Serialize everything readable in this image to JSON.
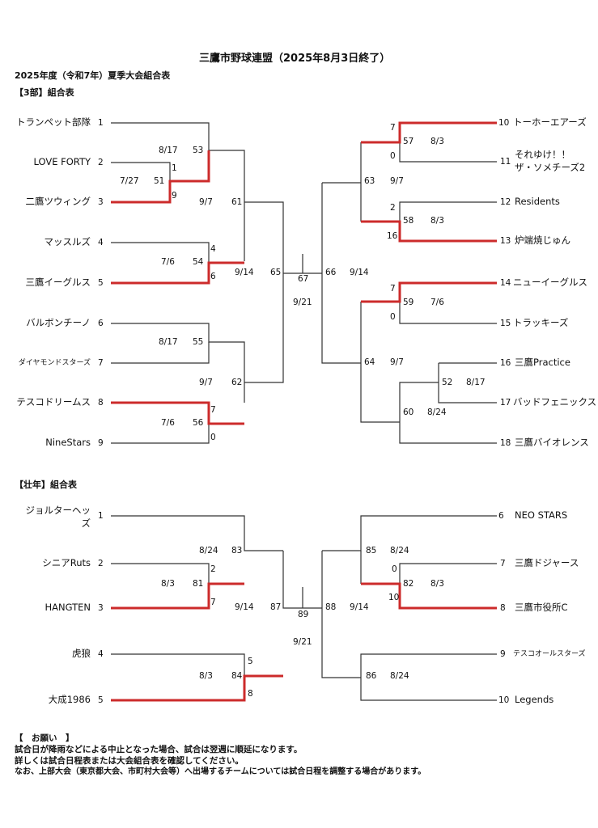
{
  "header": {
    "title": "三鷹市野球連盟（2025年8月3日終了）",
    "subtitle": "2025年度（令和7年）夏季大会組合表"
  },
  "div3": {
    "heading": "【3部】組合表",
    "left_teams": [
      {
        "name": "トランペット部隊",
        "seed": "1"
      },
      {
        "name": "LOVE FORTY",
        "seed": "2"
      },
      {
        "name": "二鷹ツウィング",
        "seed": "3"
      },
      {
        "name": "マッスルズ",
        "seed": "4"
      },
      {
        "name": "三鷹イーグルス",
        "seed": "5"
      },
      {
        "name": "バルボンチーノ",
        "seed": "6"
      },
      {
        "name": "ダイヤモンドスターズ",
        "seed": "7"
      },
      {
        "name": "テスコドリームス",
        "seed": "8"
      },
      {
        "name": "NineStars",
        "seed": "9"
      }
    ],
    "right_teams": [
      {
        "name": "トーホーエアーズ",
        "seed": "10"
      },
      {
        "name": "それゆけ！！",
        "name2": "ザ・ソメチーズ2",
        "seed": "11"
      },
      {
        "name": "Residents",
        "seed": "12"
      },
      {
        "name": "炉端焼じゅん",
        "seed": "13"
      },
      {
        "name": "ニューイーグルス",
        "seed": "14"
      },
      {
        "name": "トラッキーズ",
        "seed": "15"
      },
      {
        "name": "三鷹Practice",
        "seed": "16"
      },
      {
        "name": "バッドフェニックス",
        "seed": "17"
      },
      {
        "name": "三鷹バイオレンス",
        "seed": "18"
      }
    ],
    "games": {
      "g51": "51",
      "g51_date": "7/27",
      "g51_s1": "1",
      "g51_s2": "9",
      "g53": "53",
      "g53_date": "8/17",
      "g54": "54",
      "g54_date": "7/6",
      "g54_s1": "4",
      "g54_s2": "6",
      "g55": "55",
      "g55_date": "8/17",
      "g56": "56",
      "g56_date": "7/6",
      "g56_s1": "7",
      "g56_s2": "0",
      "g61": "61",
      "g61_date": "9/7",
      "g62": "62",
      "g62_date": "9/7",
      "g65": "65",
      "g65_date": "9/14",
      "g67": "67",
      "g67_date": "9/21",
      "g57": "57",
      "g57_date": "8/3",
      "g57_s1": "7",
      "g57_s2": "0",
      "g58": "58",
      "g58_date": "8/3",
      "g58_s1": "2",
      "g58_s2": "16",
      "g59": "59",
      "g59_date": "7/6",
      "g59_s1": "7",
      "g59_s2": "0",
      "g52": "52",
      "g52_date": "8/17",
      "g60": "60",
      "g60_date": "8/24",
      "g63": "63",
      "g63_date": "9/7",
      "g64": "64",
      "g64_date": "9/7",
      "g66": "66",
      "g66_date": "9/14"
    }
  },
  "senior": {
    "heading": "【壮年】組合表",
    "left_teams": [
      {
        "name": "ジョルターヘッ",
        "name2": "ズ",
        "seed": "1"
      },
      {
        "name": "シニアRuts",
        "seed": "2"
      },
      {
        "name": "HANGTEN",
        "seed": "3"
      },
      {
        "name": "虎狼",
        "seed": "4"
      },
      {
        "name": "大成1986",
        "seed": "5"
      }
    ],
    "right_teams": [
      {
        "name": "NEO STARS",
        "seed": "6"
      },
      {
        "name": "三鷹ドジャース",
        "seed": "7"
      },
      {
        "name": "三鷹市役所C",
        "seed": "8"
      },
      {
        "name": "テスコオールスターズ",
        "seed": "9"
      },
      {
        "name": "Legends",
        "seed": "10"
      }
    ],
    "games": {
      "g81": "81",
      "g81_date": "8/3",
      "g81_s1": "2",
      "g81_s2": "7",
      "g83": "83",
      "g83_date": "8/24",
      "g84": "84",
      "g84_date": "8/3",
      "g84_s1": "5",
      "g84_s2": "8",
      "g87": "87",
      "g87_date": "9/14",
      "g89": "89",
      "g89_date": "9/21",
      "g82": "82",
      "g82_date": "8/3",
      "g82_s1": "0",
      "g82_s2": "10",
      "g85": "85",
      "g85_date": "8/24",
      "g86": "86",
      "g86_date": "8/24",
      "g88": "88",
      "g88_date": "9/14"
    }
  },
  "notes": {
    "heading": "【　お願い　】",
    "line1": "試合日が降雨などによる中止となった場合、試合は翌週に順延になります。",
    "line2": "詳しくは試合日程表または大会組合表を確認してください。",
    "line3": "なお、上部大会（東京都大会、市町村大会等）へ出場するチームについては試合日程を調整する場合があります。"
  },
  "colors": {
    "winner_line": "#cc2b2b",
    "line": "#333333"
  }
}
